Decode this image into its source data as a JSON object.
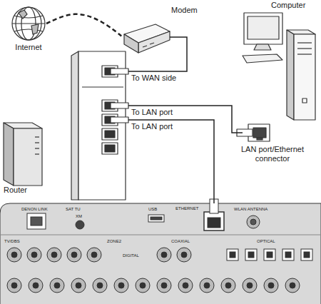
{
  "diagram": {
    "nodes": [
      {
        "text": [
          "Internet"
        ]
      },
      {
        "text": [
          "Modem"
        ]
      },
      {
        "text": [
          "Computer"
        ]
      },
      {
        "text": [
          "Router"
        ]
      },
      {
        "text": [
          "DENON LINK",
          "SAT TU",
          "XM",
          "TV/DBS",
          "USB",
          "ETHERNET",
          "WLAN ANTENNA",
          "ZONE2",
          "COAXIAL",
          "OPTICAL",
          "DIGITAL"
        ]
      }
    ],
    "edges": [
      {
        "from": 0,
        "to": 1,
        "arrow": "none"
      },
      {
        "from": 1,
        "to": 3,
        "label": "To WAN side",
        "arrow": "none"
      },
      {
        "from": 3,
        "to": 2,
        "label": "To LAN port",
        "arrow": "none"
      },
      {
        "from": 3,
        "to": 4,
        "label": "To LAN port",
        "arrow": "none"
      }
    ],
    "labels": [
      "LAN port/Ethernet connector"
    ]
  }
}
